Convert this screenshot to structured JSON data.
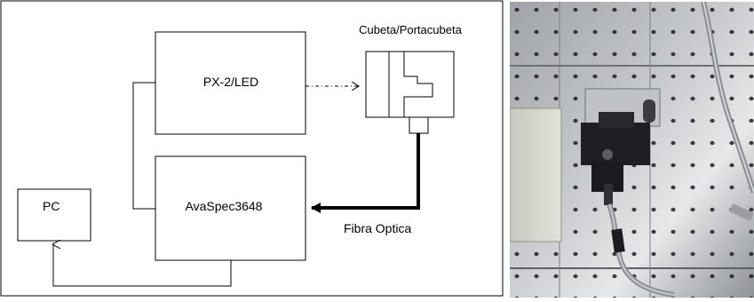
{
  "diagram": {
    "px2_led_label": "PX-2/LED",
    "cuvette_label": "Cubeta/Portacubeta",
    "spectrometer_label": "AvaSpec3648",
    "pc_label": "PC",
    "fiber_label": "Fibra Optica"
  },
  "photo": {
    "background_color": "#b9bcbe",
    "box_color": "#cdd1c4",
    "holder_color": "#1e1f22"
  }
}
